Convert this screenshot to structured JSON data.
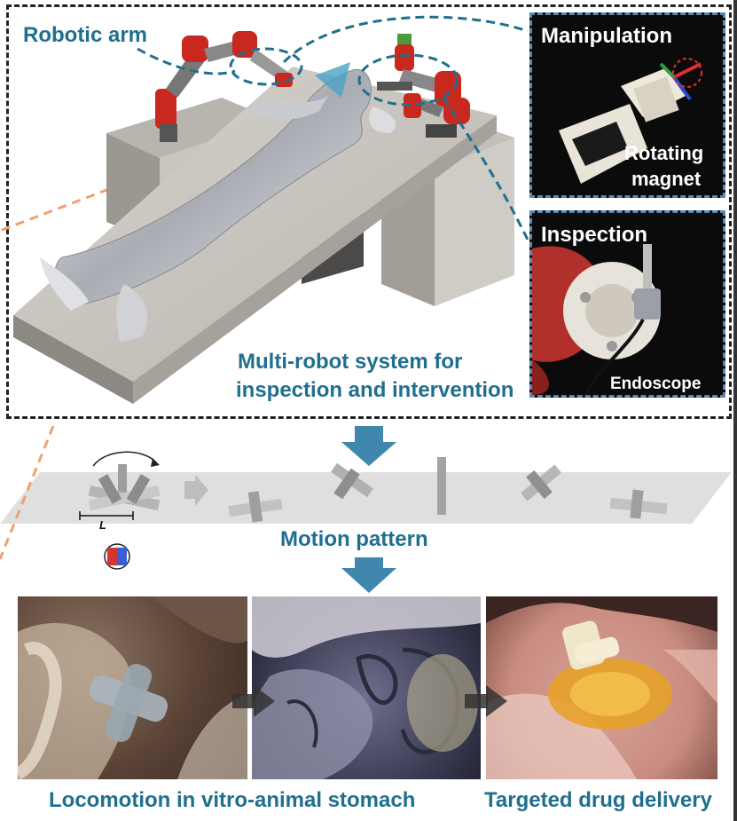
{
  "labels": {
    "robotic_arm": "Robotic arm",
    "manipulation": "Manipulation",
    "rotating_magnet_line1": "Rotating",
    "rotating_magnet_line2": "magnet",
    "inspection": "Inspection",
    "endoscope": "Endoscope",
    "system_line1": "Multi-robot system for",
    "system_line2": "inspection and intervention",
    "length_symbol": "L",
    "motion_pattern": "Motion pattern",
    "locomotion": "Locomotion in vitro-animal stomach",
    "drug_delivery": "Targeted drug delivery"
  },
  "colors": {
    "accent_text": "#1f6f8f",
    "flow_arrow": "#3f87ad",
    "robot_red": "#c8281e",
    "dashed_border": "#5b89b5",
    "zoom_line": "#f0a070"
  }
}
